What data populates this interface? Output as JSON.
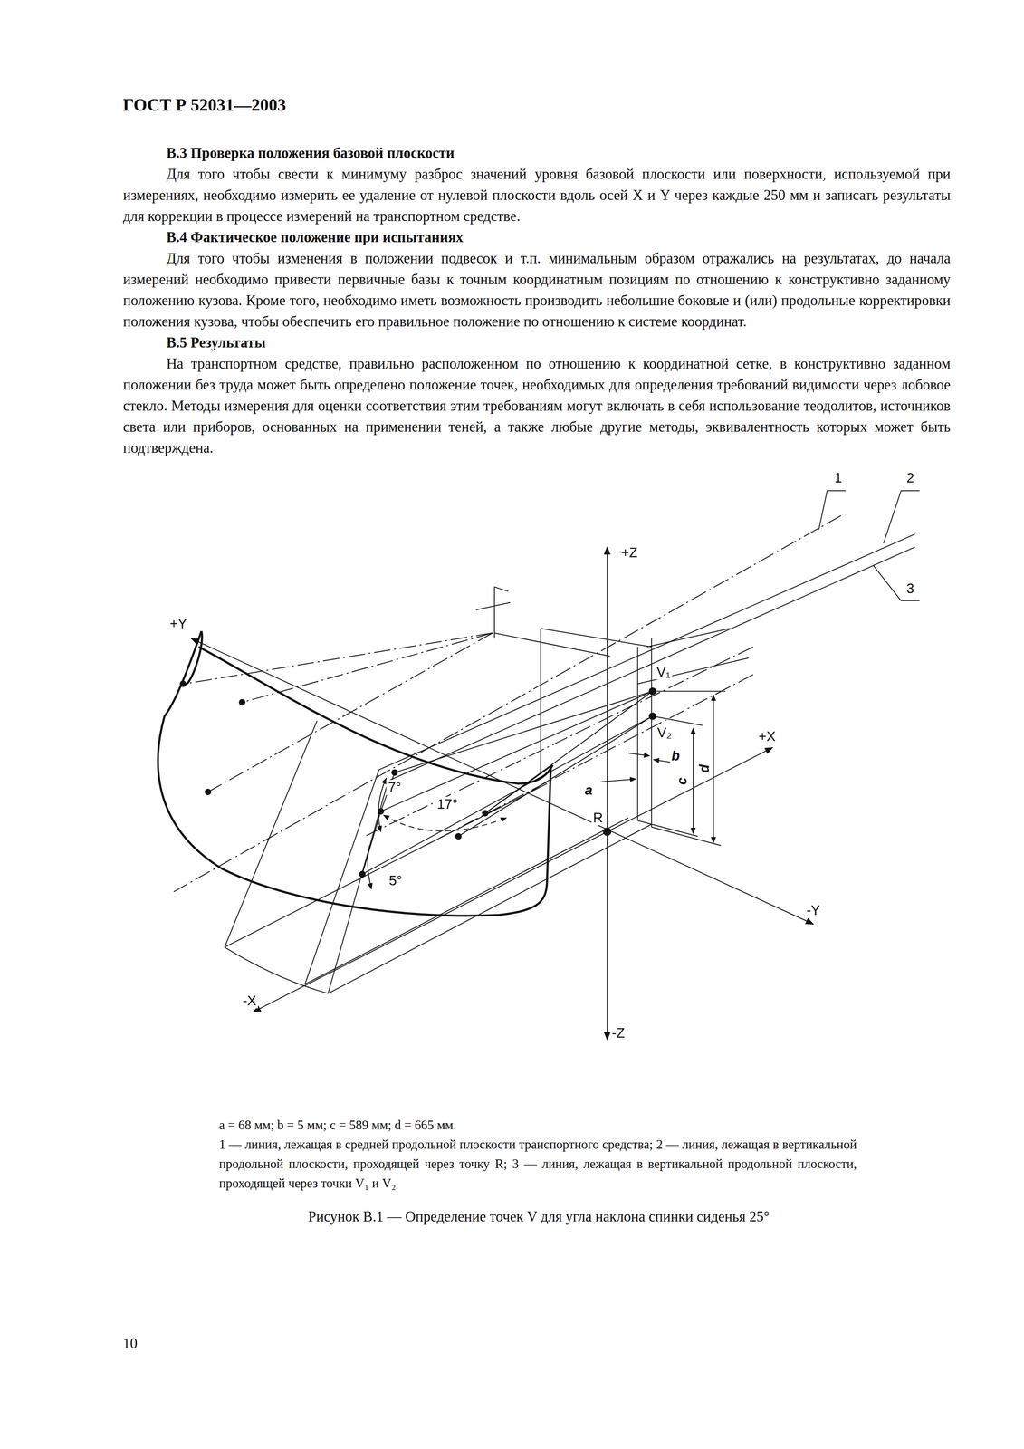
{
  "diagram": {
    "title": "ГОСТ Р 52031—2003",
    "caption": "Рисунок В.1 — Определение точек V для угла наклона спинки сиденья 25°",
    "labels": [
      "В.3 Проверка положения базовой плоскости",
      "Для того чтобы свести к минимуму разброс значений уровня базовой плоскости или поверхности, используемой при измерениях, необходимо измерить ее удаление от нулевой плоскости вдоль осей X и Y через каждые 250 мм и записать результаты для коррекции в процессе измерений на транспортном средстве.",
      "В.4 Фактическое положение при испытаниях",
      "Для того чтобы изменения в положении подвесок и т.п. минимальным образом отражались на результатах, до начала измерений необходимо привести первичные базы к точным координатным позициям по отношению к конструктивно заданному положению кузова. Кроме того, необходимо иметь возможность производить небольшие боковые и (или) продольные корректировки положения кузова, чтобы обеспечить его правильное положение по отношению к системе координат.",
      "В.5 Результаты",
      "На транспортном средстве, правильно расположенном по отношению к координатной сетке, в конструктивно заданном положении без труда может быть определено положение точек, необходимых для определения требований видимости через лобовое стекло. Методы измерения для оценки соответствия этим требованиям могут включать в себя использование теодолитов, источников света или приборов, основанных на применении теней, а также любые другие методы, эквивалентность которых может быть подтверждена.",
      "1",
      "2",
      "3",
      "+Z",
      "+Y",
      "V₁",
      "V₂",
      "+X",
      "b",
      "a",
      "c",
      "d",
      "7°",
      "17°",
      "R",
      "5°",
      "-Y",
      "-X",
      "-Z",
      "a = 68 мм; b = 5 мм; c = 589 мм; d = 665 мм.",
      "1 — линия, лежащая в средней продольной плоскости транспортного средства; 2 — линия, лежащая в вертикальной продольной плоскости, проходящей через точку R; 3 — линия, лежащая в вертикальной продольной плоскости, проходящей через точки V₁ и V₂",
      "10"
    ]
  }
}
